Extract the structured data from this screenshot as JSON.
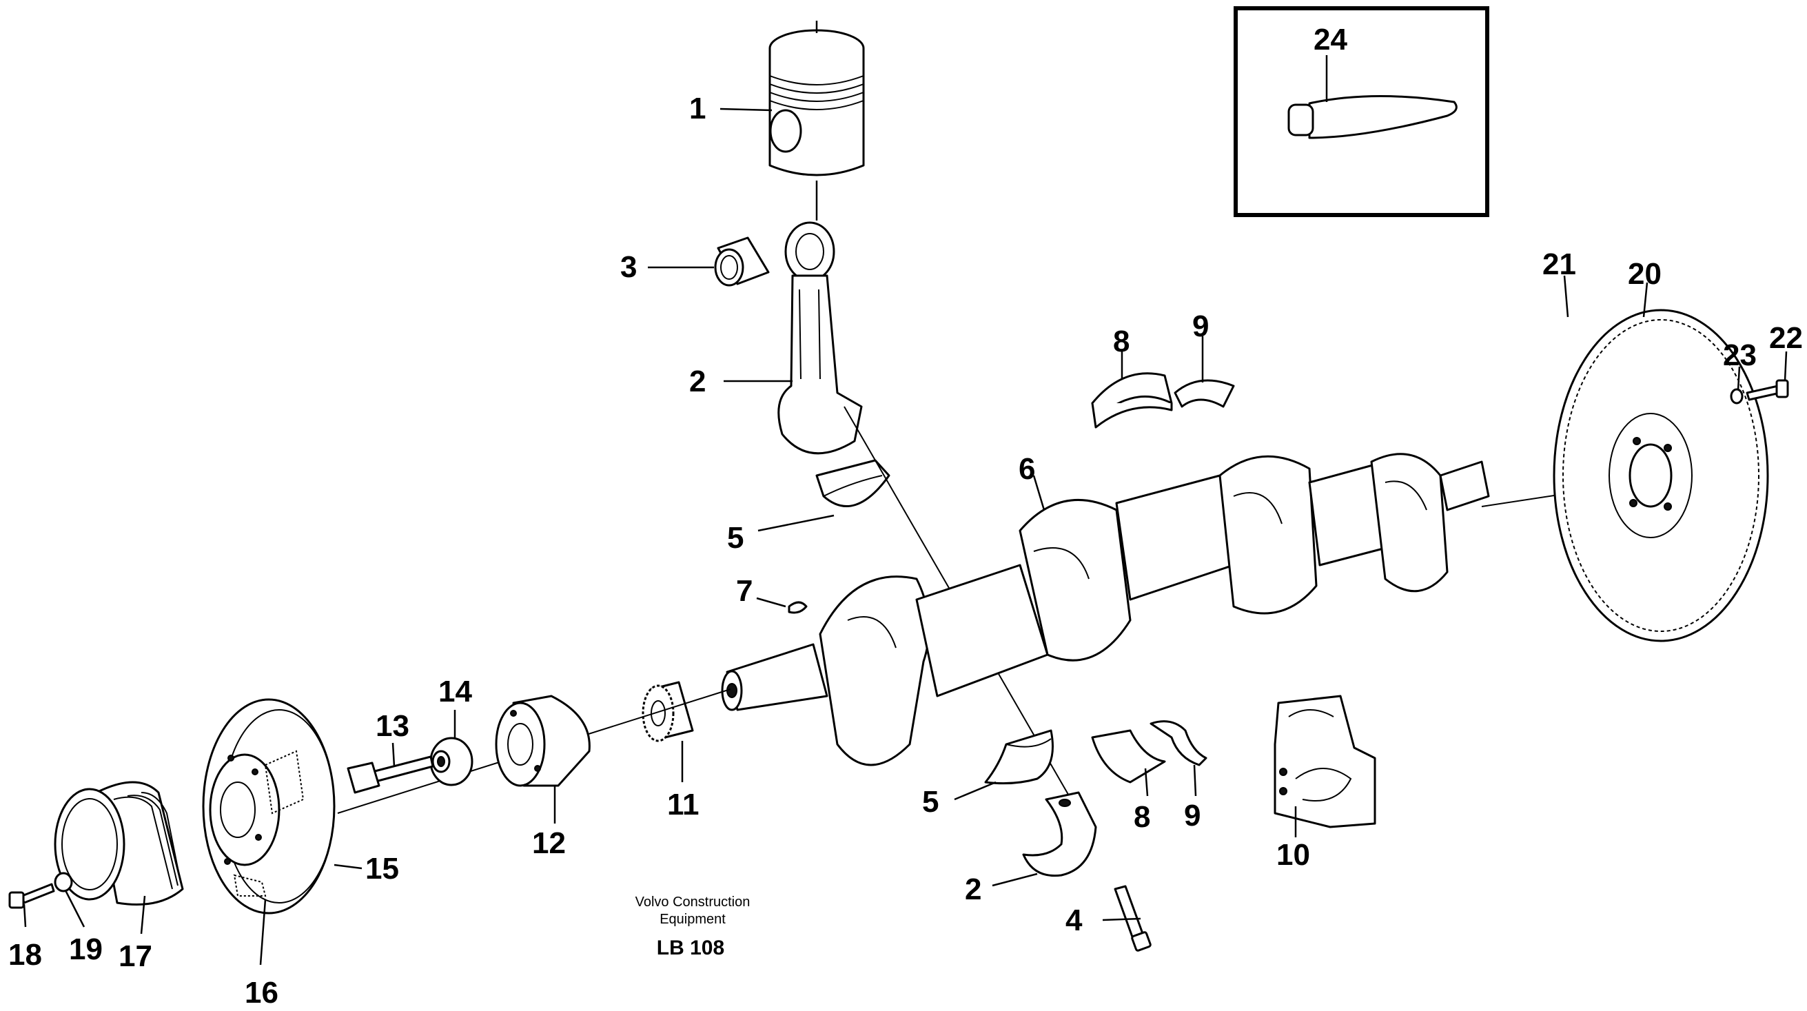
{
  "caption": {
    "line1": "Volvo Construction",
    "line2": "Equipment",
    "code": "LB 108"
  },
  "callouts": {
    "c1": "1",
    "c2a": "2",
    "c2b": "2",
    "c3": "3",
    "c4": "4",
    "c5a": "5",
    "c5b": "5",
    "c6": "6",
    "c7": "7",
    "c8a": "8",
    "c8b": "8",
    "c9a": "9",
    "c9b": "9",
    "c10": "10",
    "c11": "11",
    "c12": "12",
    "c13": "13",
    "c14": "14",
    "c15": "15",
    "c16": "16",
    "c17": "17",
    "c18": "18",
    "c19": "19",
    "c20": "20",
    "c21": "21",
    "c22": "22",
    "c23": "23",
    "c24": "24"
  }
}
